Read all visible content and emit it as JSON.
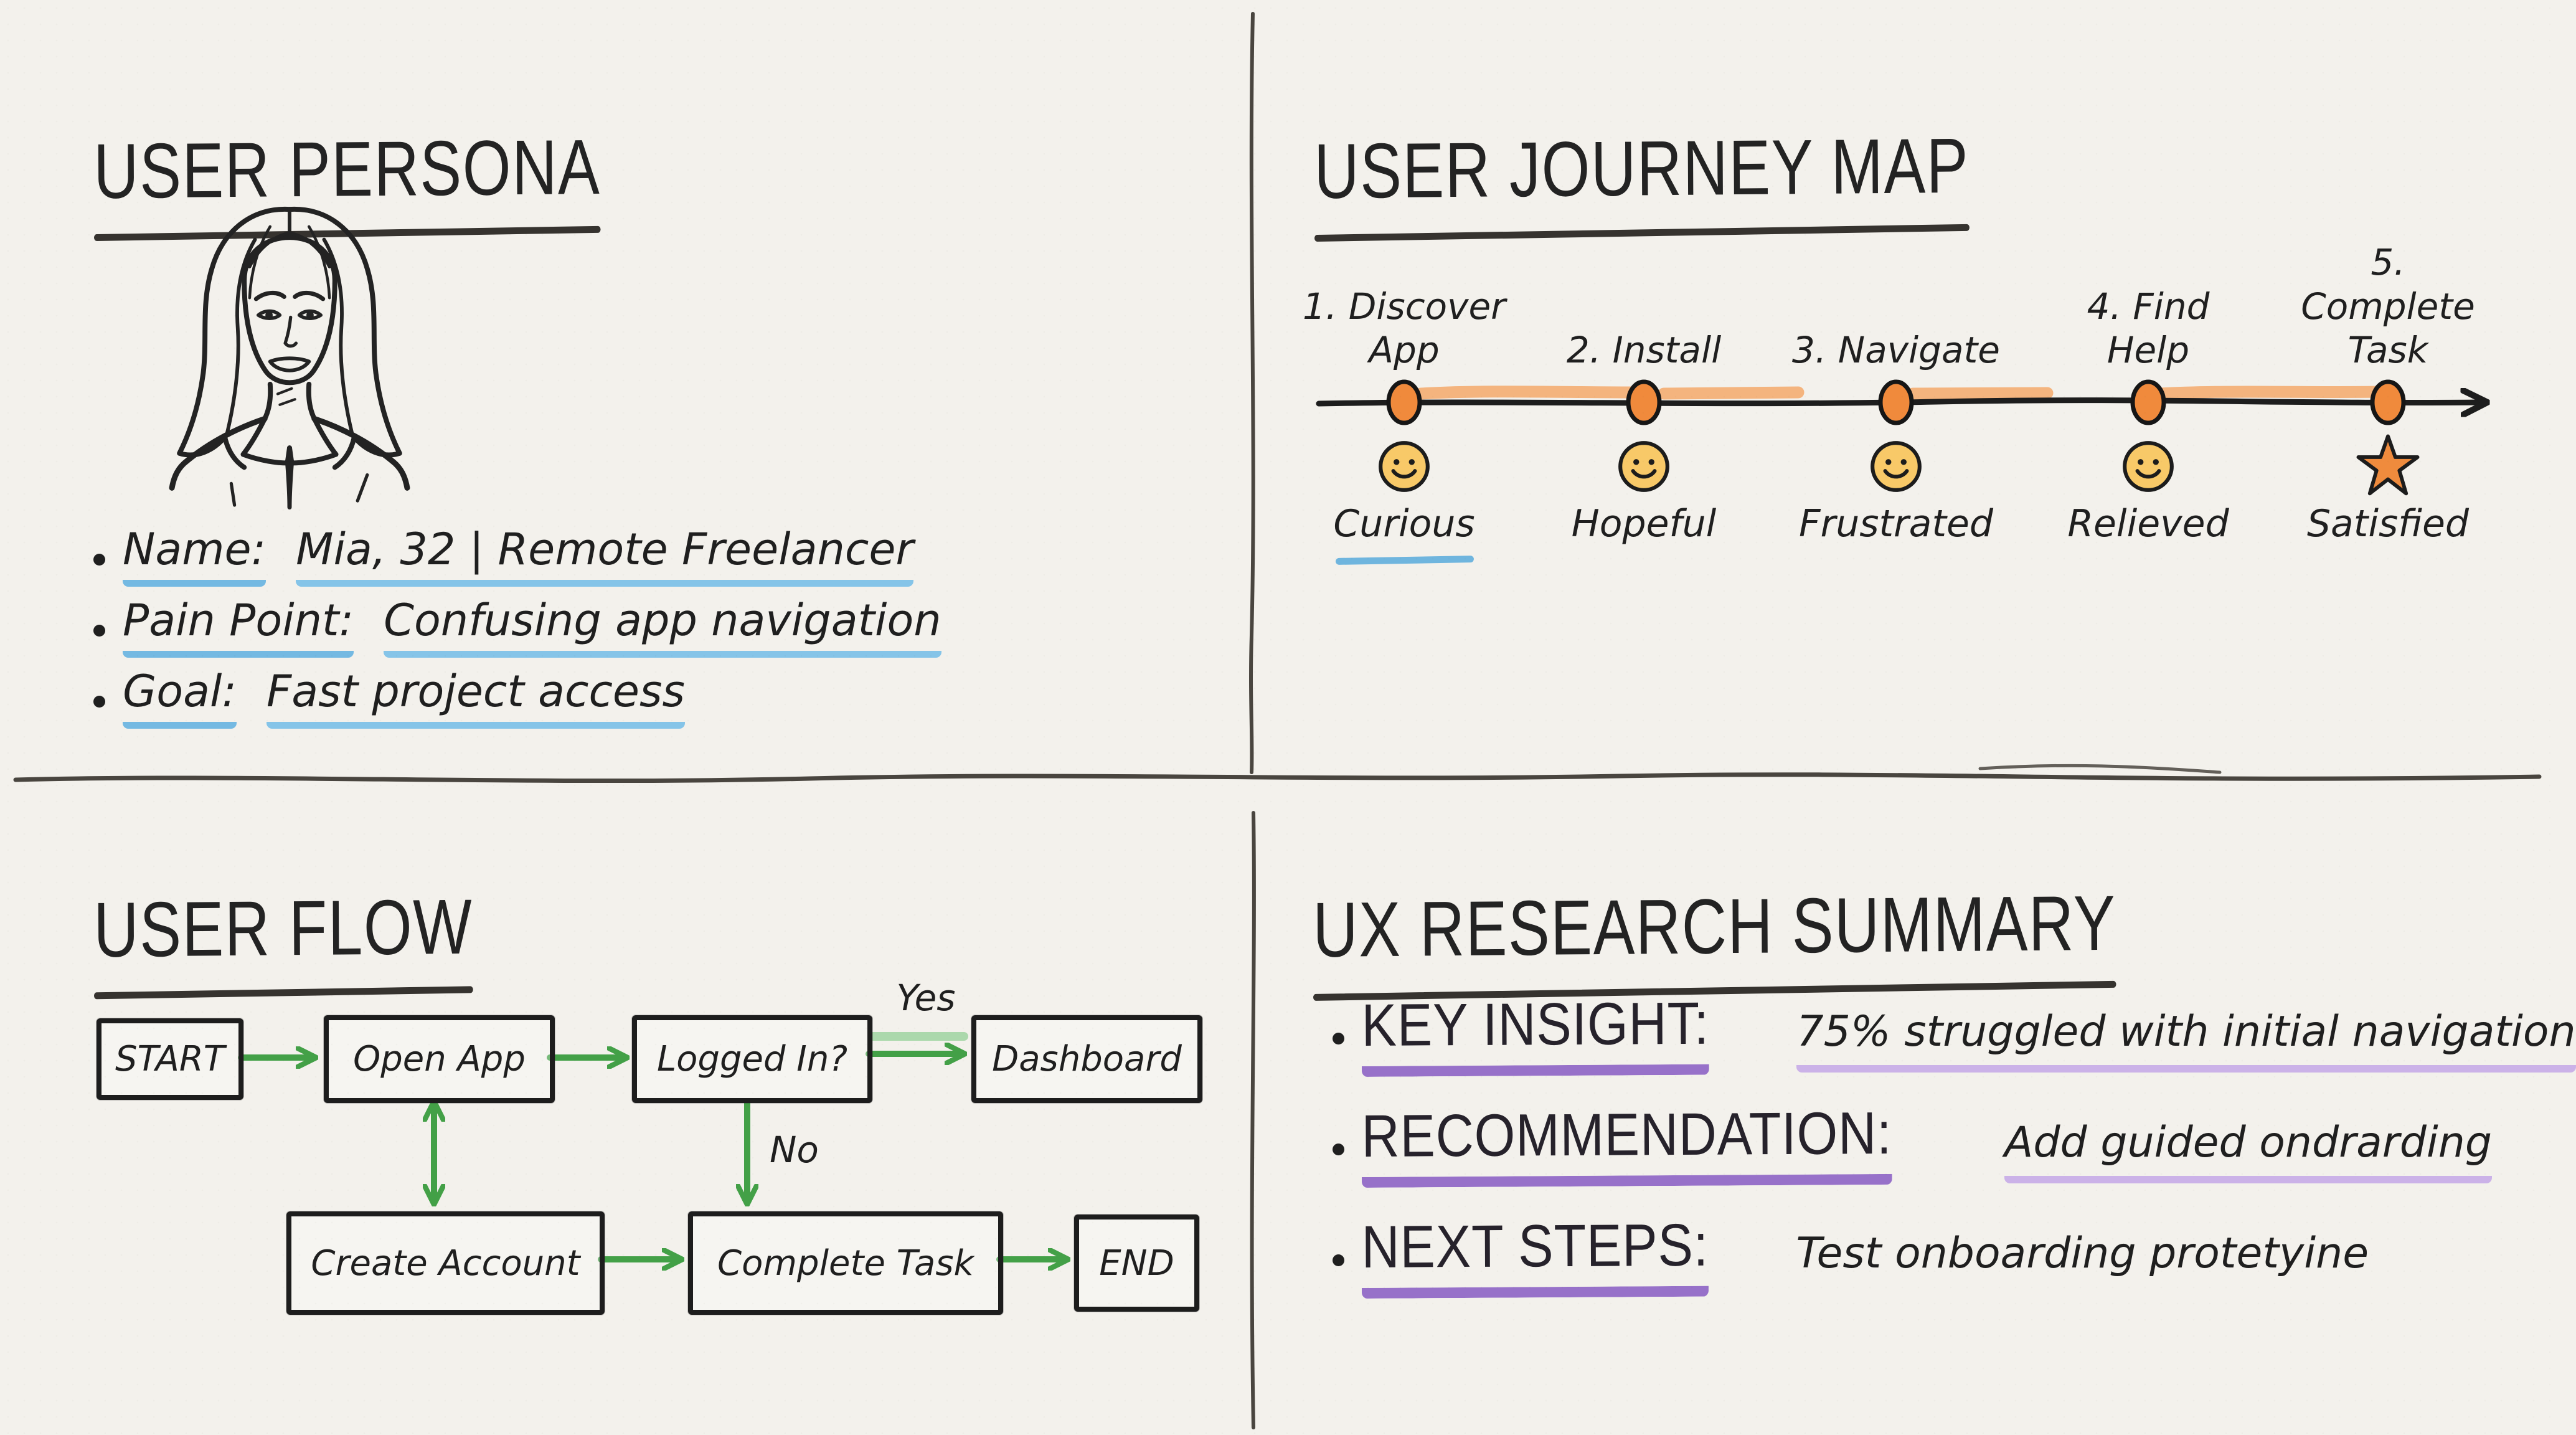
{
  "persona": {
    "title": "USER PERSONA",
    "portrait": "woman-sketch",
    "bullets": [
      {
        "label": "Name:",
        "value": "Mia, 32 | Remote Freelancer"
      },
      {
        "label": "Pain Point:",
        "value": "Confusing app navigation"
      },
      {
        "label": "Goal:",
        "value": "Fast project access"
      }
    ]
  },
  "journey": {
    "title": "USER JOURNEY MAP",
    "stages": [
      {
        "label": "1. Discover App",
        "emotion": "Curious",
        "icon": "smiley-face"
      },
      {
        "label": "2. Install",
        "emotion": "Hopeful",
        "icon": "smiley-face"
      },
      {
        "label": "3. Navigate",
        "emotion": "Frustrated",
        "icon": "smiley-face"
      },
      {
        "label": "4. Find Help",
        "emotion": "Relieved",
        "icon": "smiley-face"
      },
      {
        "label": "5. Complete Task",
        "emotion": "Satisfied",
        "icon": "star"
      }
    ]
  },
  "flow": {
    "title": "USER FLOW",
    "nodes": [
      {
        "label": "START"
      },
      {
        "label": "Open App"
      },
      {
        "label": "Logged In?"
      },
      {
        "label": "Dashboard"
      },
      {
        "label": "Create Account"
      },
      {
        "label": "Complete Task"
      },
      {
        "label": "END"
      }
    ],
    "edge_labels": {
      "yes": "Yes",
      "no": "No"
    }
  },
  "summary": {
    "title": "UX RESEARCH SUMMARY",
    "bullets": [
      {
        "label": "KEY INSIGHT:",
        "value": "75% struggled with initial navigation"
      },
      {
        "label": "RECOMMENDATION:",
        "value": "Add guided ondrarding"
      },
      {
        "label": "NEXT STEPS:",
        "value": "Test onboarding protetyine"
      }
    ]
  },
  "colors": {
    "paper": "#f3f1ec",
    "ink": "#1f1f1f",
    "highlight_blue": "#74b9e2",
    "highlight_purple_dark": "#9771c9",
    "highlight_purple_light": "#cbb2e8",
    "accent_orange": "#f08a3c",
    "orange_smudge": "#f5a563",
    "smiley_yellow": "#f8c968",
    "arrow_green": "#43a047",
    "arrow_green_light": "#9fd4a1"
  }
}
